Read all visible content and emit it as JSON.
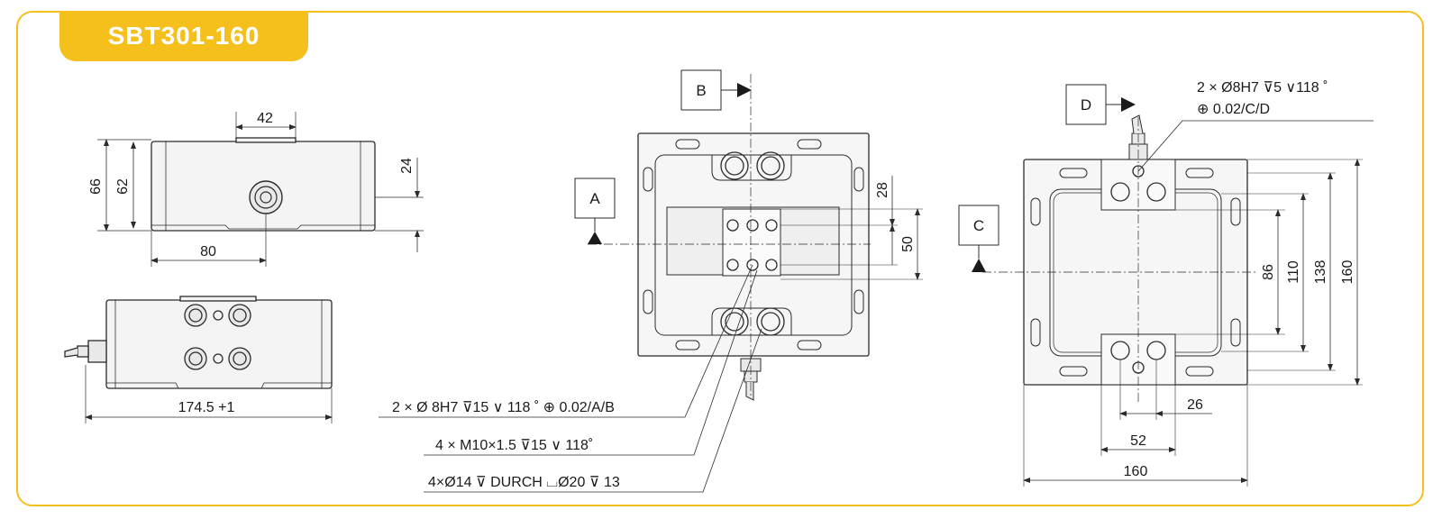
{
  "title": "SBT301-160",
  "colors": {
    "accent": "#f5bf1c",
    "line": "#2b2b2b"
  },
  "views": {
    "side_view": {
      "dim_top": "42",
      "dim_height_outer": "66",
      "dim_height_inner": "62",
      "dim_right": "24",
      "dim_bottom": "80"
    },
    "front_view": {
      "dim_length": "174.5 +1"
    },
    "top_view_center": {
      "datum_b": "B",
      "datum_a": "A",
      "dim_28": "28",
      "dim_50": "50",
      "callout_1": "2 × Ø 8H7 ⊽15 ∨ 118 ˚ ⊕ 0.02/A/B",
      "callout_2": "4 × M10×1.5  ⊽15  ∨  118˚",
      "callout_3": "4×Ø14  ⊽ DURCH  ⌴Ø20 ⊽ 13"
    },
    "top_view_right": {
      "datum_d": "D",
      "datum_c": "C",
      "callout_1": "2 × Ø8H7  ⊽5   ∨118 ˚",
      "callout_2": "⊕ 0.02/C/D",
      "dim_86": "86",
      "dim_110": "110",
      "dim_138": "138",
      "dim_160v": "160",
      "dim_26": "26",
      "dim_52": "52",
      "dim_160h": "160"
    }
  }
}
